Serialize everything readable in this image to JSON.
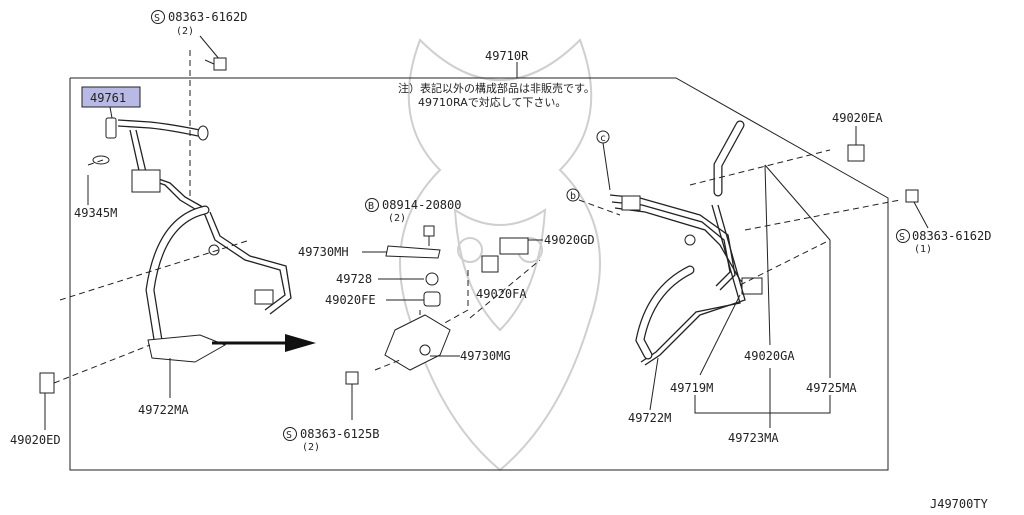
{
  "diagram": {
    "assembly_label": "49710R",
    "note_line1": "注）表記以外の構成部品は非販売です。",
    "note_line2": "49710RAで対応して下さい。",
    "highlighted_part": "49761",
    "highlight_color": "#b9b9e6",
    "figure_id": "J49700TY",
    "labels": {
      "bolt_top_left": "08363-6162D",
      "bolt_top_left_qty": "(2)",
      "part_49345M": "49345M",
      "part_49722MA": "49722MA",
      "part_49020ED": "49020ED",
      "bolt_08914": "08914-20800",
      "bolt_08914_qty": "(2)",
      "part_49730MH": "49730MH",
      "part_49728": "49728",
      "part_49020FE": "49020FE",
      "part_49020GD": "49020GD",
      "part_49020FA": "49020FA",
      "part_49730MG": "49730MG",
      "bolt_bottom": "08363-6125B",
      "bolt_bottom_qty": "(2)",
      "part_49020EA": "49020EA",
      "bolt_right": "08363-6162D",
      "bolt_right_qty": "(1)",
      "part_49020GA": "49020GA",
      "part_49719M": "49719M",
      "part_49725MA": "49725MA",
      "part_49722M": "49722M",
      "part_49723MA": "49723MA",
      "marker_s": "S",
      "marker_b": "B",
      "marker_c": "c",
      "marker_b_small": "b"
    }
  }
}
